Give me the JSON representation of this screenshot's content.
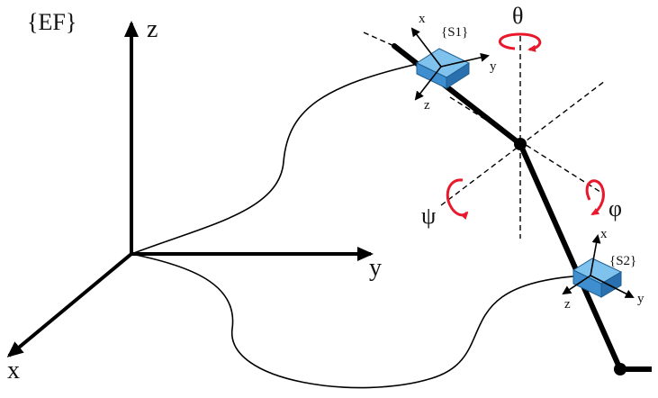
{
  "frame_label": "{EF}",
  "axes": {
    "x": "x",
    "y": "y",
    "z": "z"
  },
  "angles": {
    "theta": "θ",
    "phi": "φ",
    "psi": "ψ"
  },
  "sensor1": {
    "label": "{S1}",
    "x": "x",
    "y": "y",
    "z": "z",
    "color": "#3f8fd0"
  },
  "sensor2": {
    "label": "{S2}",
    "x": "x",
    "y": "y",
    "z": "z",
    "color": "#3f8fd0"
  },
  "colors": {
    "rotation_arrow": "#e8192c",
    "line": "#000000"
  }
}
